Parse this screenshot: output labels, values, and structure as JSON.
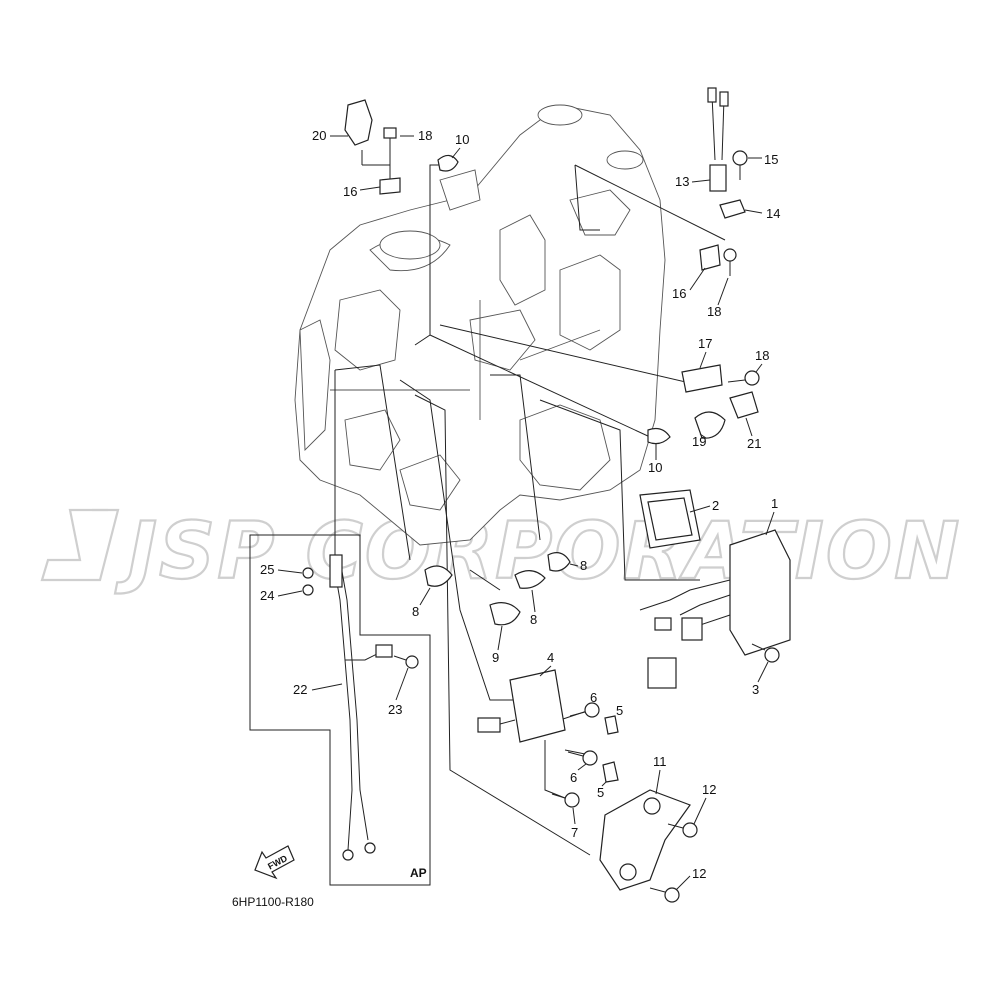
{
  "watermark": "JSP CORPORATION",
  "diagram_code": "6HP1100-R180",
  "fwd_label": "FWD",
  "ap_label": "AP",
  "callouts": {
    "c1": "1",
    "c2": "2",
    "c3": "3",
    "c4": "4",
    "c5a": "5",
    "c5b": "5",
    "c6a": "6",
    "c6b": "6",
    "c7": "7",
    "c8a": "8",
    "c8b": "8",
    "c8c": "8",
    "c9": "9",
    "c10a": "10",
    "c10b": "10",
    "c11": "11",
    "c12a": "12",
    "c12b": "12",
    "c13": "13",
    "c14": "14",
    "c15": "15",
    "c16a": "16",
    "c16b": "16",
    "c17": "17",
    "c18a": "18",
    "c18b": "18",
    "c18c": "18",
    "c19": "19",
    "c20": "20",
    "c21": "21",
    "c22": "22",
    "c23": "23",
    "c24": "24",
    "c25": "25"
  },
  "colors": {
    "ink": "#222222",
    "watermark": "#cfcfcf",
    "background": "#ffffff"
  }
}
